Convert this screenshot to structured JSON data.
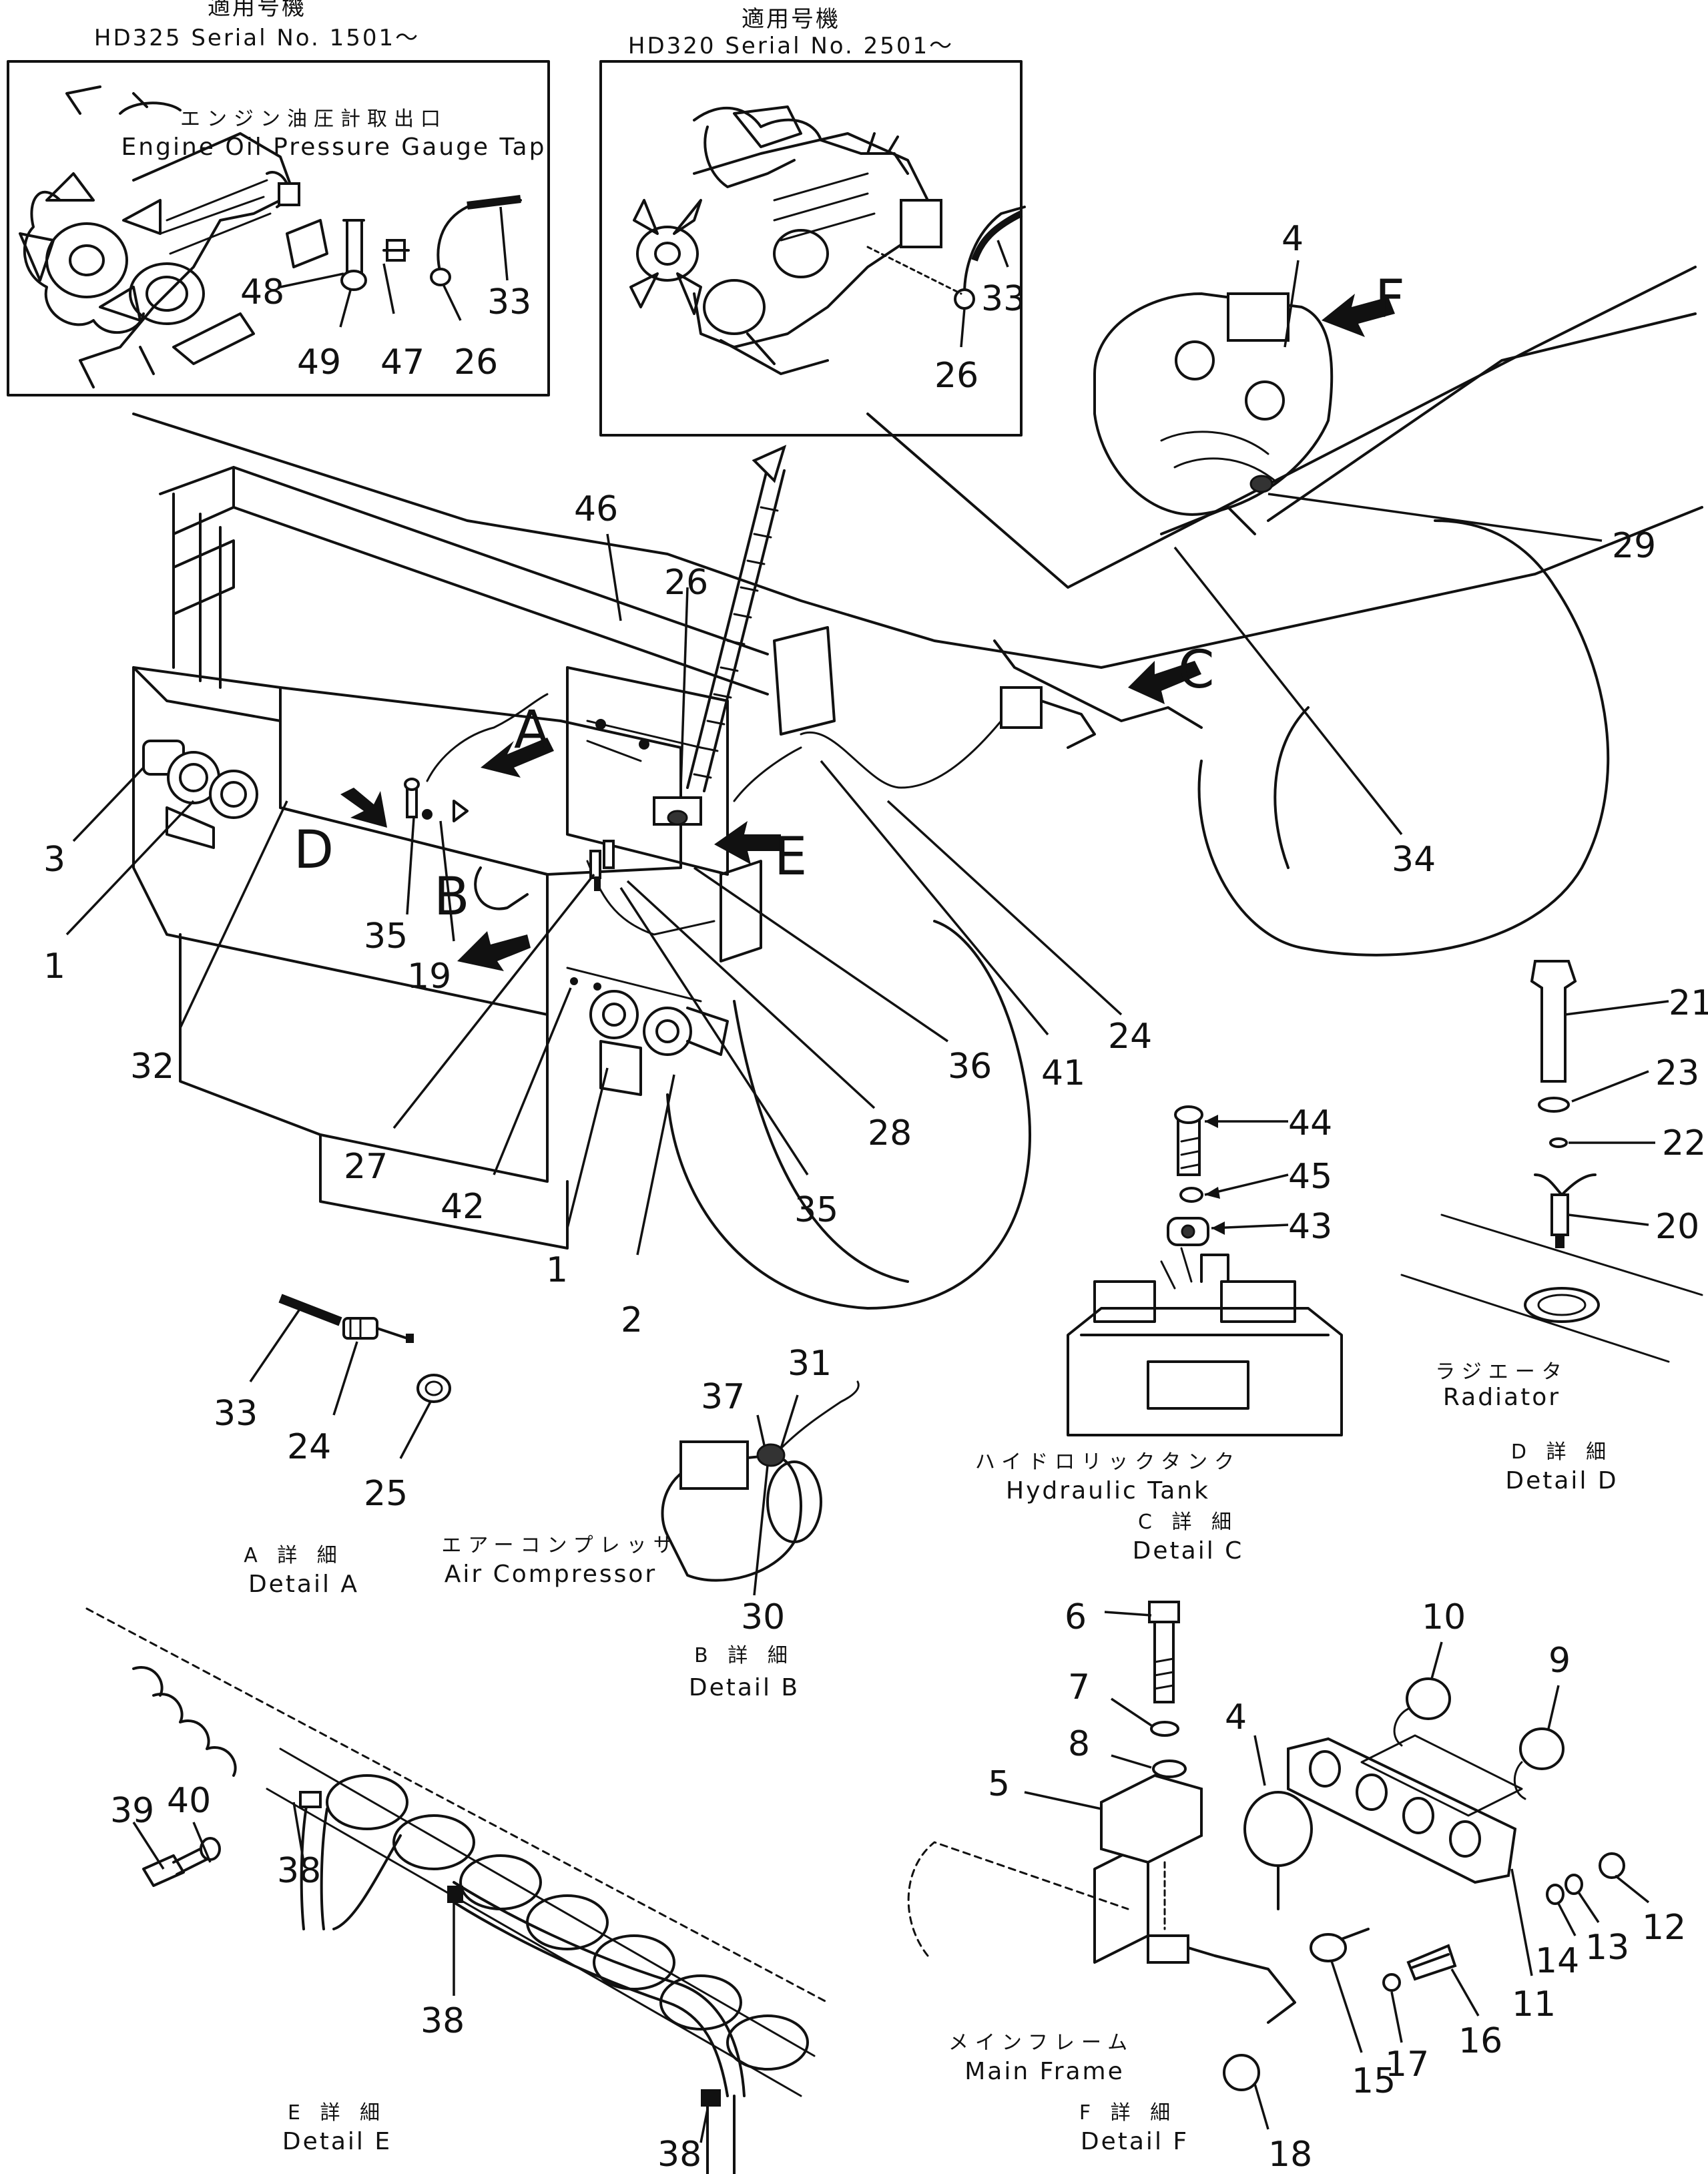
{
  "headers": {
    "left_jp": "適用号機",
    "left_en": "HD325  Serial  No.  1501～",
    "right_jp": "適用号機",
    "right_en": "HD320  Serial  No.  2501～"
  },
  "inset_labels": {
    "gauge_tap_jp": "エンジン油圧計取出口",
    "gauge_tap_en": "Engine  Oil  Pressure  Gauge  Tap"
  },
  "view_arrows": [
    "A",
    "B",
    "C",
    "D",
    "E",
    "F"
  ],
  "captions": {
    "radiator_jp": "ラジエータ",
    "radiator_en": "Radiator",
    "tank_jp": "ハイドロリックタンク",
    "tank_en": "Hydraulic  Tank",
    "compressor_jp": "エアーコンプレッサ",
    "compressor_en": "Air  Compressor",
    "frame_jp": "メインフレーム",
    "frame_en": "Main  Frame",
    "detail_a_jp": "A 詳 細",
    "detail_a_en": "Detail  A",
    "detail_b_jp": "B 詳 細",
    "detail_b_en": "Detail  B",
    "detail_c_jp": "C 詳 細",
    "detail_c_en": "Detail  C",
    "detail_d_jp": "D 詳 細",
    "detail_d_en": "Detail  D",
    "detail_e_jp": "E 詳 細",
    "detail_e_en": "Detail  E",
    "detail_f_jp": "F 詳 細",
    "detail_f_en": "Detail  F"
  },
  "callouts": {
    "left_inset": [
      "48",
      "49",
      "47",
      "26",
      "33"
    ],
    "right_inset": [
      "33",
      "26"
    ],
    "main": [
      "46",
      "26",
      "4",
      "29",
      "34",
      "24",
      "41",
      "36",
      "28",
      "35",
      "1",
      "2",
      "42",
      "27",
      "32",
      "1",
      "3",
      "35",
      "19"
    ],
    "detail_a": [
      "33",
      "24",
      "25"
    ],
    "detail_b": [
      "37",
      "31",
      "30"
    ],
    "detail_c": [
      "44",
      "45",
      "43"
    ],
    "detail_d": [
      "21",
      "23",
      "22",
      "20"
    ],
    "detail_e": [
      "39",
      "40",
      "38",
      "38",
      "38"
    ],
    "detail_f": [
      "6",
      "7",
      "8",
      "5",
      "4",
      "10",
      "9",
      "12",
      "13",
      "14",
      "11",
      "16",
      "17",
      "15",
      "18"
    ]
  }
}
